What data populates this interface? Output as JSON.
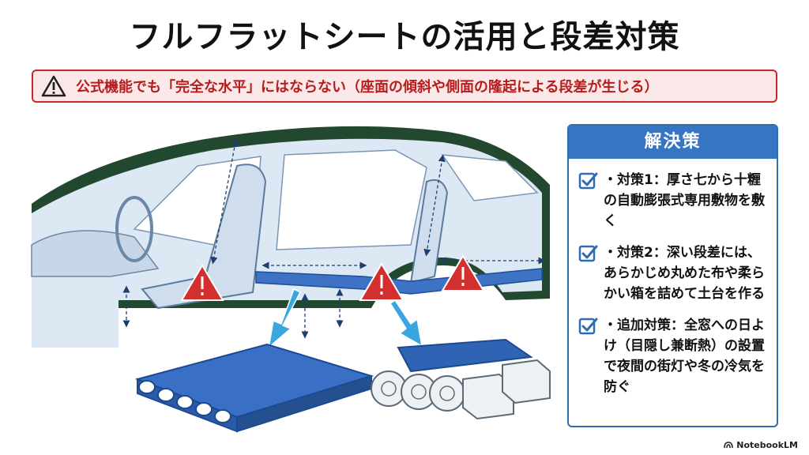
{
  "title": "フルフラットシートの活用と段差対策",
  "warning": {
    "icon": "warning-triangle-icon",
    "text": "公式機能でも「完全な水平」にはならない（座面の傾斜や側面の隆起による段差が生じる）",
    "color": "#c62828"
  },
  "panel": {
    "header": "解決策",
    "items": [
      {
        "icon": "checkbox-checked-icon",
        "text": "・対策1：厚さ七から十糎の自動膨張式専用敷物を敷く"
      },
      {
        "icon": "checkbox-checked-icon",
        "text": "・対策2：深い段差には、あらかじめ丸めた布や柔らかい箱を詰めて土台を作る"
      },
      {
        "icon": "checkbox-checked-icon",
        "text": "・追加対策：全窓への日よけ（目隠し兼断熱）の設置で夜間の街灯や冬の冷気を防ぐ"
      }
    ],
    "accent": "#3575c2"
  },
  "brand": "NotebookLM"
}
